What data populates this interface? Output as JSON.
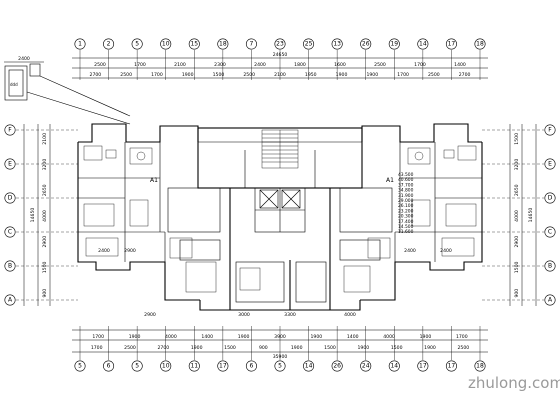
{
  "axes": {
    "top": [
      "1",
      "2",
      "5",
      "10",
      "15",
      "18",
      "7",
      "23",
      "25",
      "13",
      "26",
      "19",
      "14",
      "17",
      "18"
    ],
    "bottom": [
      "5",
      "6",
      "5",
      "10",
      "11",
      "17",
      "6",
      "5",
      "14",
      "26",
      "24",
      "14",
      "17",
      "17",
      "18"
    ],
    "left": [
      "F",
      "E",
      "D",
      "C",
      "B",
      "A"
    ],
    "right": [
      "F",
      "E",
      "D",
      "C",
      "B",
      "A"
    ]
  },
  "dimensions": {
    "top_total": "24650",
    "top_row1": [
      "2500",
      "1700",
      "2100",
      "2300",
      "2400",
      "1800",
      "1600",
      "2500",
      "1700",
      "1400"
    ],
    "top_row2": [
      "2700",
      "2500",
      "1700",
      "1900",
      "1500",
      "2500",
      "2100",
      "1950",
      "1900",
      "1900",
      "1700",
      "2500",
      "2700"
    ],
    "bottom_total": "35900",
    "bottom_row2": [
      "1700",
      "1900",
      "4000",
      "1400",
      "1900",
      "3900",
      "1900",
      "1400",
      "4000",
      "1900",
      "1700"
    ],
    "bottom_row1": [
      "1700",
      "2500",
      "2700",
      "1900",
      "1500",
      "900",
      "1900",
      "1500",
      "1900",
      "1500",
      "1900",
      "2500"
    ],
    "left_total": "14650",
    "left": [
      "2100",
      "3200",
      "2650",
      "4000",
      "2900",
      "1500",
      "900"
    ],
    "right_total": "14650",
    "right": [
      "1500",
      "3200",
      "2650",
      "4000",
      "2900",
      "1500",
      "900"
    ],
    "inner": [
      "2400",
      "2900",
      "3000",
      "3300",
      "4000",
      "2900",
      "2400",
      "2400"
    ]
  },
  "labels": {
    "unit_left": "A1",
    "unit_right": "A1",
    "key_plan_dim": "2400",
    "elevation_table": [
      "43.500",
      "40.600",
      "37.700",
      "34.800",
      "31.900",
      "29.000",
      "26.100",
      "23.200",
      "20.300",
      "17.400",
      "14.500",
      "11.600"
    ]
  },
  "watermark": "zhulong.com"
}
